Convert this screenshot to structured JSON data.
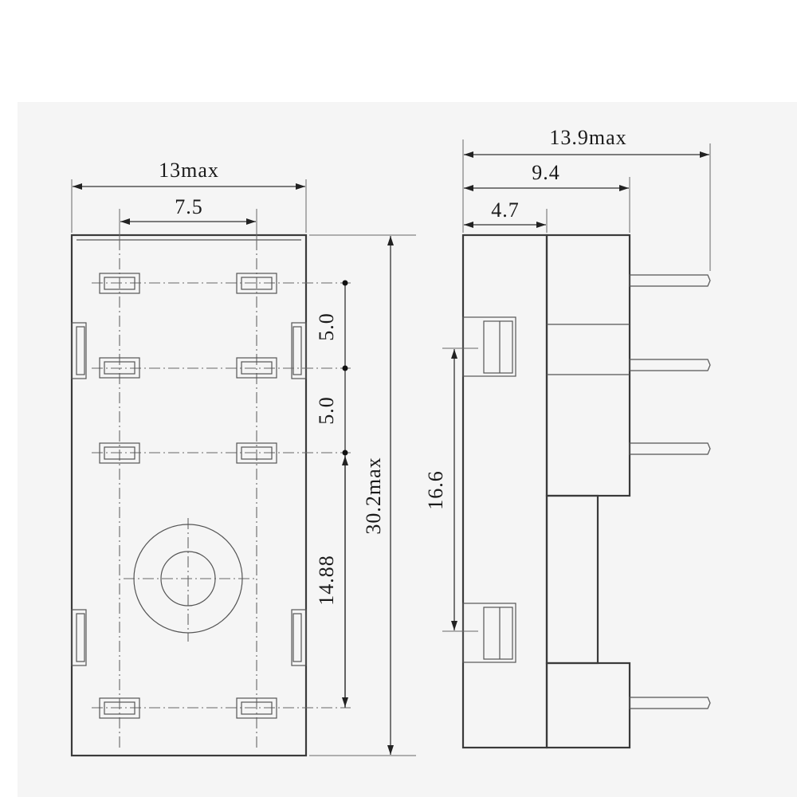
{
  "front_view": {
    "width_label": "13max",
    "pin_spacing_label": "7.5",
    "row_pitch_1_label": "5.0",
    "row_pitch_2_label": "5.0",
    "bottom_pitch_label": "14.88",
    "height_label": "30.2max"
  },
  "side_view": {
    "overall_depth_label": "13.9max",
    "body_depth_label": "9.4",
    "clip_depth_label": "4.7",
    "clip_span_label": "16.6"
  },
  "colors": {
    "line": "#333333",
    "background": "#f5f5f5"
  }
}
